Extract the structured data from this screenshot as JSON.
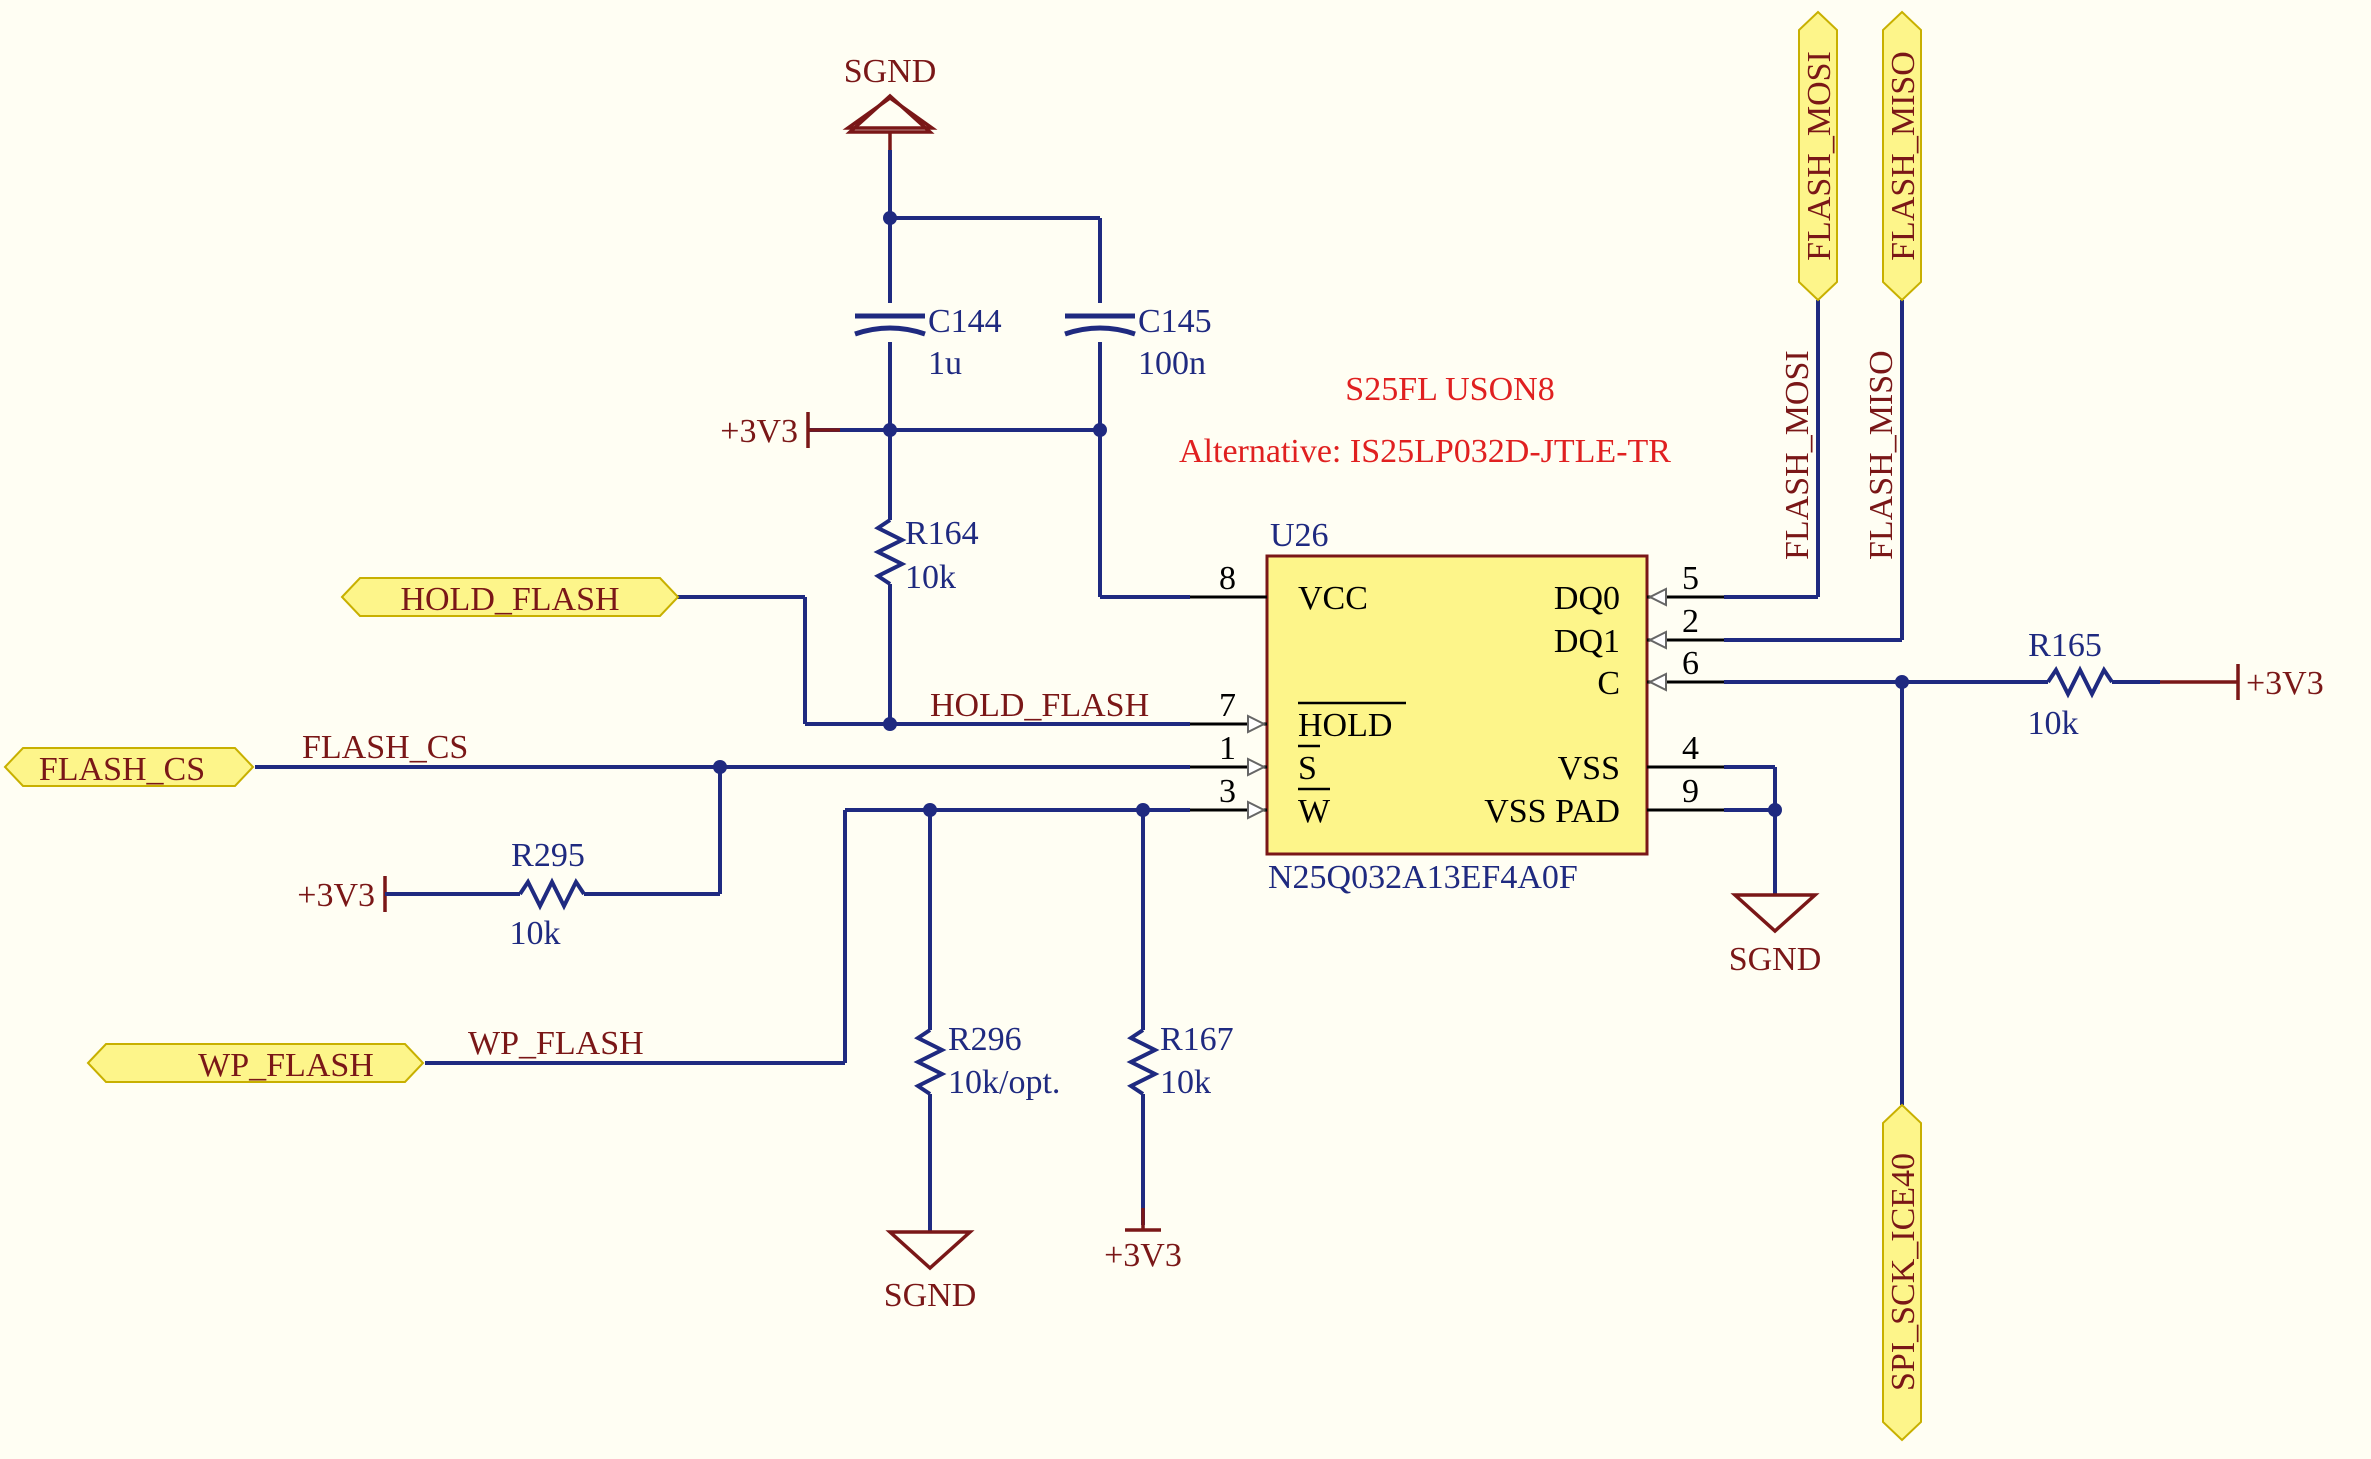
{
  "notes": {
    "part_family": "S25FL USON8",
    "alternative": "Alternative: IS25LP032D-JTLE-TR"
  },
  "ic": {
    "designator": "U26",
    "part_number": "N25Q032A13EF4A0F",
    "pins_left": [
      {
        "num": "8",
        "name": "VCC"
      },
      {
        "num": "7",
        "name": "HOLD"
      },
      {
        "num": "1",
        "name": "S"
      },
      {
        "num": "3",
        "name": "W"
      }
    ],
    "pins_right": [
      {
        "num": "5",
        "name": "DQ0"
      },
      {
        "num": "2",
        "name": "DQ1"
      },
      {
        "num": "6",
        "name": "C"
      },
      {
        "num": "4",
        "name": "VSS"
      },
      {
        "num": "9",
        "name": "VSS PAD"
      }
    ]
  },
  "components": {
    "c144": {
      "ref": "C144",
      "value": "1u"
    },
    "c145": {
      "ref": "C145",
      "value": "100n"
    },
    "r164": {
      "ref": "R164",
      "value": "10k"
    },
    "r165": {
      "ref": "R165",
      "value": "10k"
    },
    "r295": {
      "ref": "R295",
      "value": "10k"
    },
    "r296": {
      "ref": "R296",
      "value": "10k/opt."
    },
    "r167": {
      "ref": "R167",
      "value": "10k"
    }
  },
  "power": {
    "sgnd": "SGND",
    "v33": "+3V3"
  },
  "ports": {
    "hold_flash": "HOLD_FLASH",
    "flash_cs": "FLASH_CS",
    "wp_flash": "WP_FLASH",
    "flash_mosi": "FLASH_MOSI",
    "flash_miso": "FLASH_MISO",
    "spi_sck": "SPI_SCK_ICE40"
  },
  "net_labels": {
    "hold_flash": "HOLD_FLASH",
    "flash_cs": "FLASH_CS",
    "wp_flash": "WP_FLASH",
    "flash_mosi": "FLASH_MOSI",
    "flash_miso": "FLASH_MISO"
  }
}
